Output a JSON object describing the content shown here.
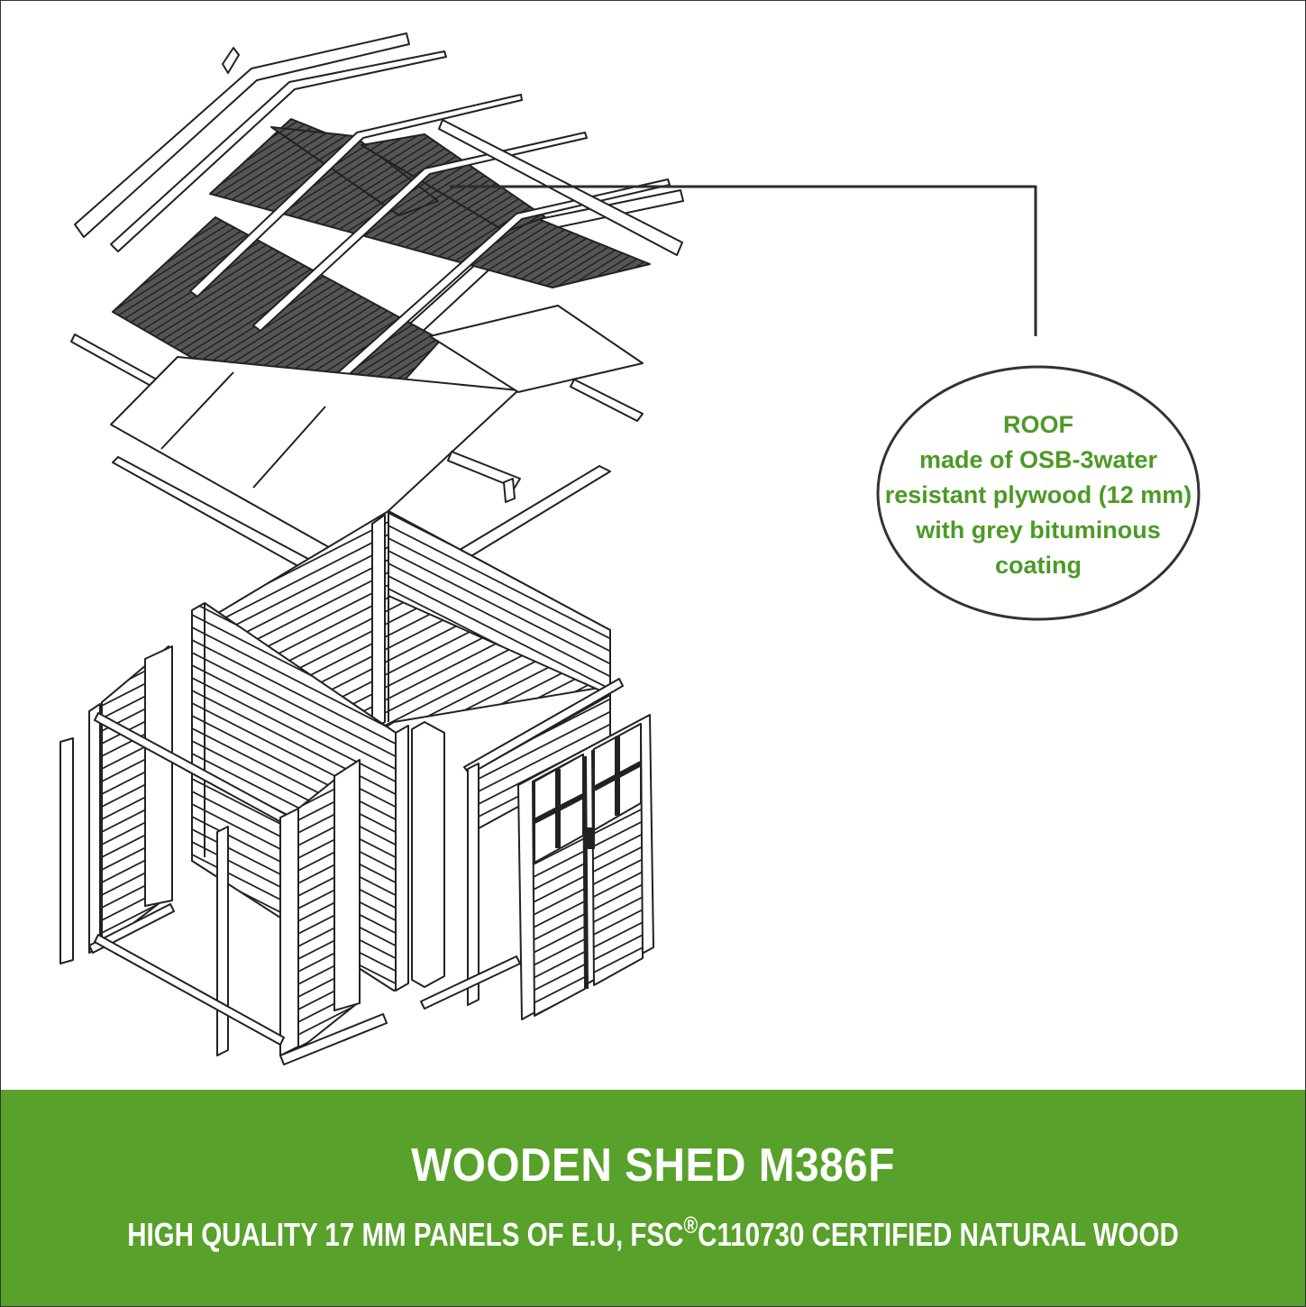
{
  "callout": {
    "lines": [
      "ROOF",
      "made of OSB-3water",
      "resistant plywood (12 mm)",
      "with grey bituminous",
      "coating"
    ]
  },
  "banner": {
    "title": "WOODEN SHED M386F",
    "subtitle_part1": "HIGH QUALITY 17 MM PANELS OF E.U, FSC",
    "subtitle_mark": "®",
    "subtitle_part2": "C110730 CERTIFIED NATURAL WOOD"
  },
  "colors": {
    "accent_green": "#58a12a",
    "callout_text": "#4c9a26",
    "line": "#222222",
    "roof_fill": "#4a4a4a"
  }
}
